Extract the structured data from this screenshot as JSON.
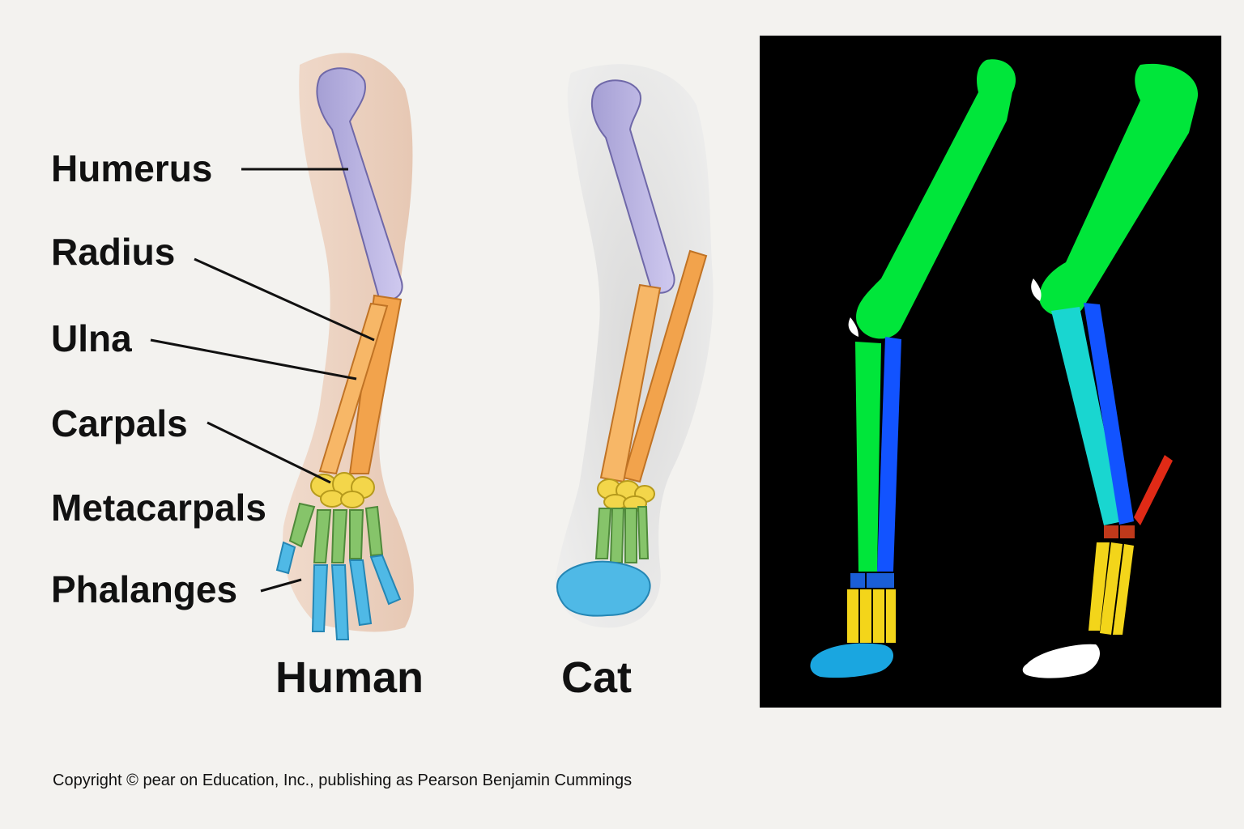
{
  "labels": {
    "humerus": "Humerus",
    "radius": "Radius",
    "ulna": "Ulna",
    "carpals": "Carpals",
    "metacarpals": "Metacarpals",
    "phalanges": "Phalanges"
  },
  "captions": {
    "human": "Human",
    "cat": "Cat"
  },
  "copyright": "Copyright © pear on Education, Inc., publishing as Pearson Benjamin Cummings",
  "colors": {
    "humerus_illustration": "#b9b2df",
    "radius_ulna_illustration": "#f2a34c",
    "carpals_illustration": "#f3d64a",
    "metacarpals_illustration": "#86c46a",
    "phalanges_illustration": "#4fb9e6",
    "panel_background": "#000000",
    "panel_upper": "#00e63a",
    "panel_radius": "#1253ff",
    "panel_ulna_alt": "#19d6d0",
    "panel_carpals": "#1a5ed8",
    "panel_metacarpals": "#f3d51a",
    "panel_phalanges": "#1aa6e0",
    "panel_extra": "#e02a16",
    "panel_wrist": "#c0391b",
    "panel_claws": "#ffffff"
  }
}
